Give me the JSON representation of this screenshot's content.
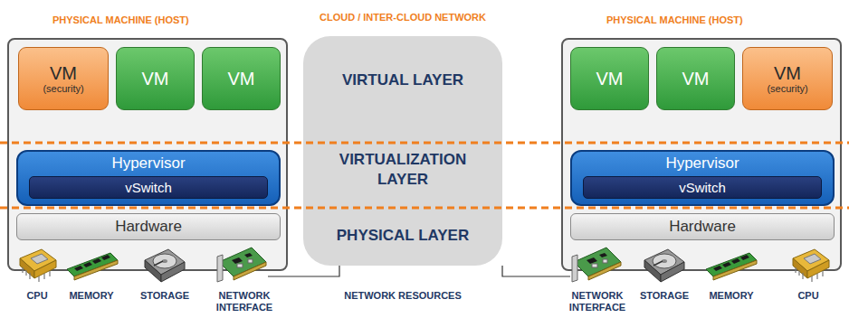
{
  "diagram": {
    "nodes": [
      {
        "text": [
          "PHYSICAL MACHINE (HOST)"
        ]
      },
      {
        "text": [
          "VM",
          "(security)"
        ],
        "in": 0
      },
      {
        "text": [
          "VM"
        ],
        "in": 0
      },
      {
        "text": [
          "VM"
        ],
        "in": 0
      },
      {
        "text": [
          "Hypervisor"
        ],
        "in": 0
      },
      {
        "text": [
          "vSwitch"
        ],
        "in": 4
      },
      {
        "text": [
          "Hardware"
        ],
        "in": 0
      },
      {
        "text": [
          "CLOUD / INTER-CLOUD NETWORK",
          "VIRTUAL LAYER",
          "VIRTUALIZATION LAYER",
          "PHYSICAL LAYER"
        ]
      },
      {
        "text": [
          "PHYSICAL MACHINE (HOST)"
        ]
      },
      {
        "text": [
          "VM"
        ],
        "in": 8
      },
      {
        "text": [
          "VM"
        ],
        "in": 8
      },
      {
        "text": [
          "VM",
          "(security)"
        ],
        "in": 8
      },
      {
        "text": [
          "Hypervisor"
        ],
        "in": 8
      },
      {
        "text": [
          "vSwitch"
        ],
        "in": 12
      },
      {
        "text": [
          "Hardware"
        ],
        "in": 8
      }
    ],
    "edges": [
      {
        "from": 1,
        "to": 6,
        "arrow": "none"
      },
      {
        "from": 2,
        "to": 6,
        "arrow": "none"
      },
      {
        "from": 3,
        "to": 6,
        "arrow": "none"
      },
      {
        "from": 9,
        "to": 14,
        "arrow": "none"
      },
      {
        "from": 10,
        "to": 14,
        "arrow": "none"
      },
      {
        "from": 11,
        "to": 14,
        "arrow": "none"
      }
    ],
    "labels": [
      "CPU",
      "MEMORY",
      "STORAGE",
      "NETWORK INTERFACE",
      "NETWORK RESOURCES",
      "NETWORK INTERFACE",
      "STORAGE",
      "MEMORY",
      "CPU"
    ]
  }
}
